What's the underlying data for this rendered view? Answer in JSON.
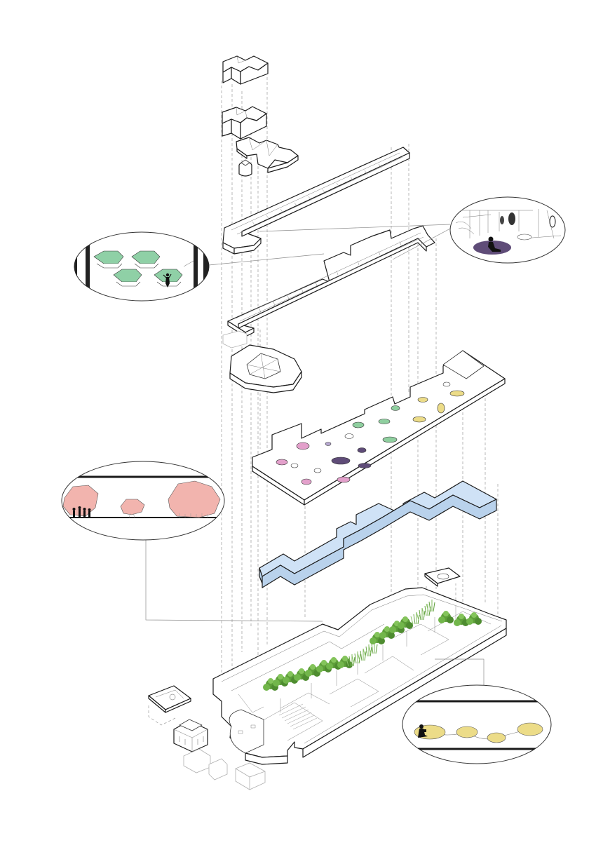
{
  "diagram": {
    "kind": "exploded axonometric",
    "colors": {
      "background": "#ffffff",
      "line": "#1a1a1a",
      "green_zone": "#8fd0a6",
      "pink_zone": "#f2b4ae",
      "blue_layer": "#cfe2f6",
      "yellow_zone": "#ecdc88",
      "purple_zone": "#5f4c78",
      "vegetation": "#5e9f3a"
    },
    "layers": [
      {
        "id": "roof-top-block",
        "icon": "roof-block"
      },
      {
        "id": "upper-block-tower",
        "icon": "tower-block"
      },
      {
        "id": "long-upper-wing",
        "icon": "wing-plan"
      },
      {
        "id": "second-wing",
        "icon": "wing-plan"
      },
      {
        "id": "domed-hall",
        "icon": "dome-hall"
      },
      {
        "id": "perforated-floor-plate",
        "icon": "floor-plate"
      },
      {
        "id": "blue-circulation-layer",
        "icon": "circulation-band"
      },
      {
        "id": "ground-floor-with-garden",
        "icon": "garden-plan"
      }
    ],
    "callouts": [
      {
        "id": "green-pods",
        "icon": "green-pods-section"
      },
      {
        "id": "purple-reading-nook",
        "icon": "lounge-perspective"
      },
      {
        "id": "pink-canopies",
        "icon": "pink-canopy-section"
      },
      {
        "id": "yellow-stepping-pods",
        "icon": "yellow-pods-section"
      }
    ]
  }
}
